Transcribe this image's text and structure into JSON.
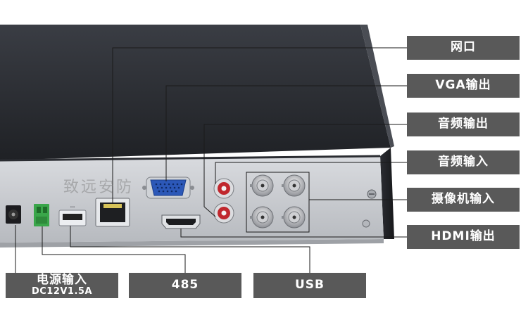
{
  "labels": {
    "network": "网口",
    "vga_out": "VGA输出",
    "audio_out": "音频输出",
    "audio_in": "音频输入",
    "camera_in": "摄像机输入",
    "hdmi_out": "HDMI输出",
    "power_in": "电源输入",
    "power_spec": "DC12V1.5A",
    "rs485": "485",
    "usb": "USB"
  },
  "watermark": "致远安防",
  "colors": {
    "label_bg": "#595959",
    "label_text": "#ffffff",
    "chassis_top": "#2a2c31",
    "rear_panel": "#c9ccd1",
    "leader_line": "#1a1a1a",
    "vga_blue": "#2c58b8",
    "rca_red": "#c0272d",
    "terminal_green": "#3aa64a"
  }
}
